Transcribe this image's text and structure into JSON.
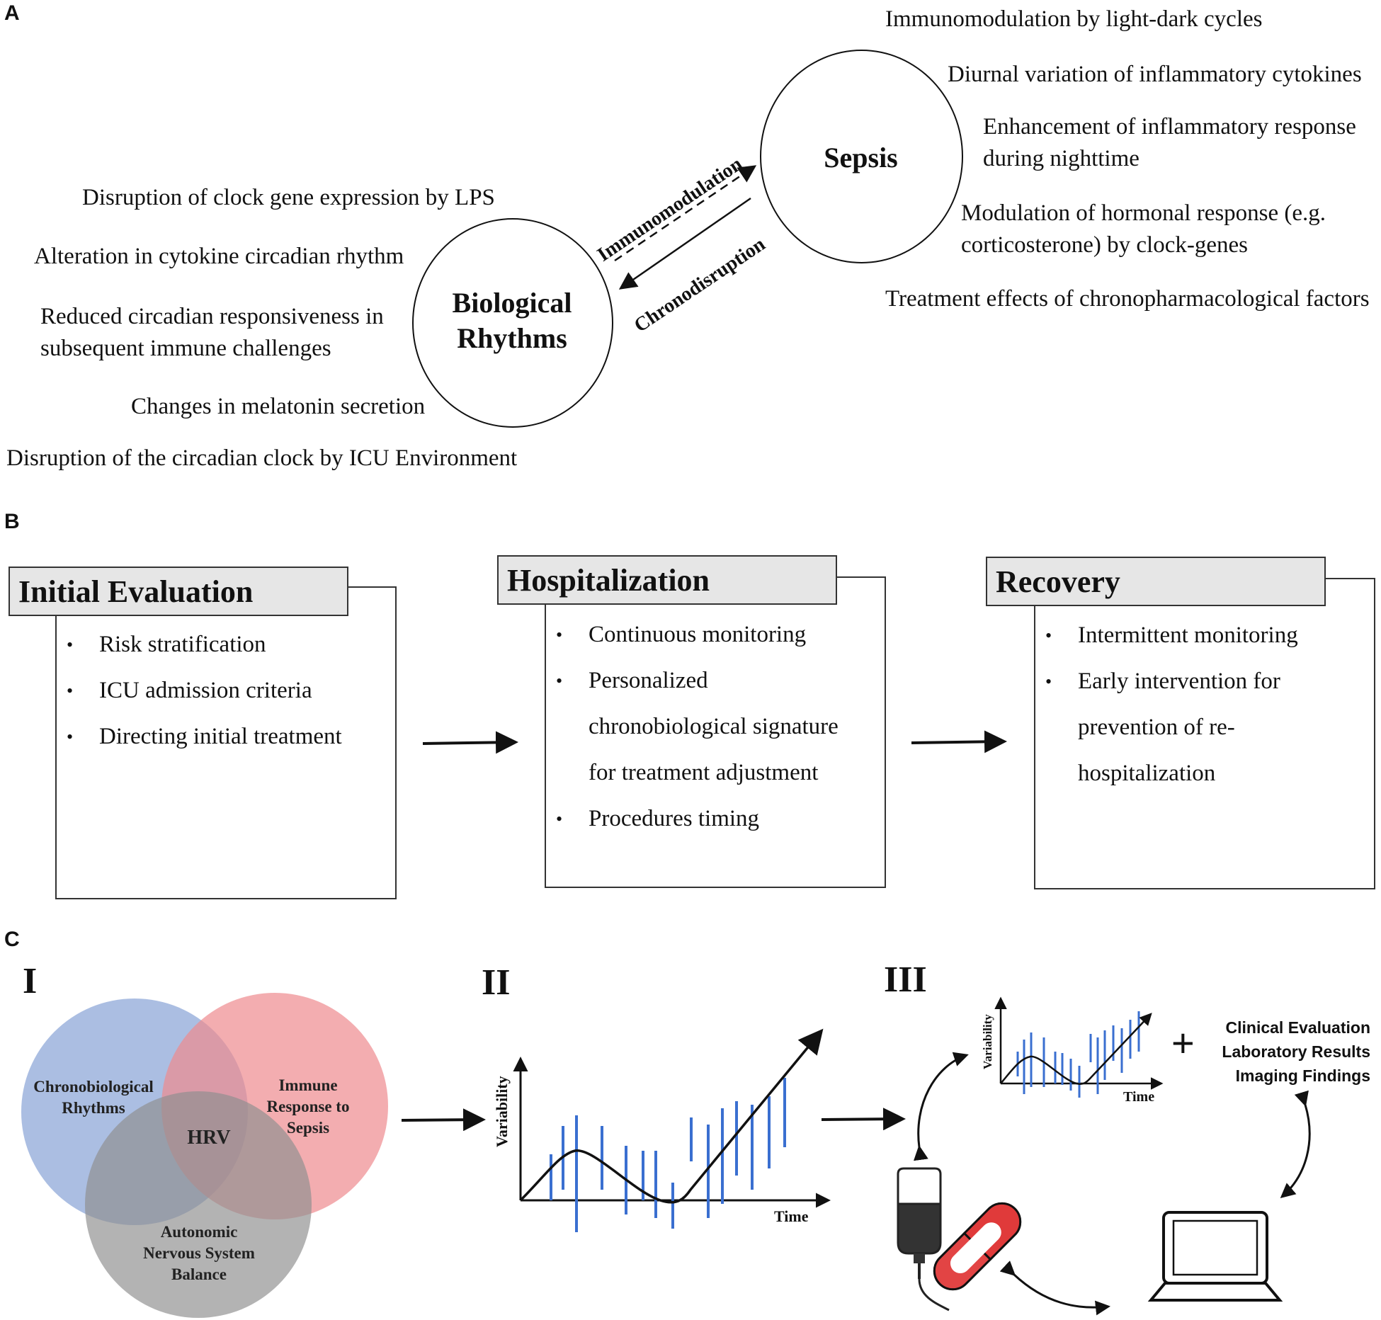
{
  "panelA": {
    "letter": "A",
    "sepsis": "Sepsis",
    "bio_line1": "Biological",
    "bio_line2": "Rhythms",
    "arrow_top": "Immunomodulation",
    "arrow_bottom": "Chronodisruption",
    "left_items": [
      "Disruption of clock gene expression by LPS",
      "Alteration in cytokine circadian rhythm",
      "Reduced circadian responsiveness in",
      "subsequent immune challenges",
      "Changes in melatonin secretion",
      "Disruption of the circadian clock by ICU Environment"
    ],
    "right_items": [
      "Immunomodulation by light-dark cycles",
      "Diurnal variation of inflammatory cytokines",
      "Enhancement of inflammatory response",
      "during nighttime",
      "Modulation of hormonal response (e.g.",
      "corticosterone) by clock-genes",
      "Treatment effects of chronopharmacological factors"
    ]
  },
  "panelB": {
    "letter": "B",
    "stages": [
      {
        "title": "Initial Evaluation",
        "bullets": [
          "Risk stratification",
          "ICU admission criteria",
          "Directing initial treatment"
        ]
      },
      {
        "title": "Hospitalization",
        "bullets": [
          "Continuous monitoring",
          "Personalized",
          "chronobiological signature",
          "for treatment adjustment",
          "Procedures timing"
        ]
      },
      {
        "title": "Recovery",
        "bullets": [
          "Intermittent monitoring",
          "Early intervention for",
          "prevention of re-",
          "hospitalization"
        ]
      }
    ]
  },
  "panelC": {
    "letter": "C",
    "roman": [
      "I",
      "II",
      "III"
    ],
    "venn": {
      "chrono_line1": "Chronobiological",
      "chrono_line2": "Rhythms",
      "immune_line1": "Immune",
      "immune_line2": "Response to",
      "immune_line3": "Sepsis",
      "ans_line1": "Autonomic",
      "ans_line2": "Nervous System",
      "ans_line3": "Balance",
      "center": "HRV",
      "colors": {
        "blue": "#8fa8d8",
        "red": "#ee8a8e",
        "gray": "#9a9a9a"
      }
    },
    "plot": {
      "ylabel": "Variability",
      "xlabel": "Time",
      "bar_color": "#3a6fd0"
    },
    "plus": "+",
    "clinical": [
      "Clinical Evaluation",
      "Laboratory Results",
      "Imaging Findings"
    ],
    "icons": [
      "iv-bag-icon",
      "pill-icon",
      "laptop-icon"
    ]
  }
}
